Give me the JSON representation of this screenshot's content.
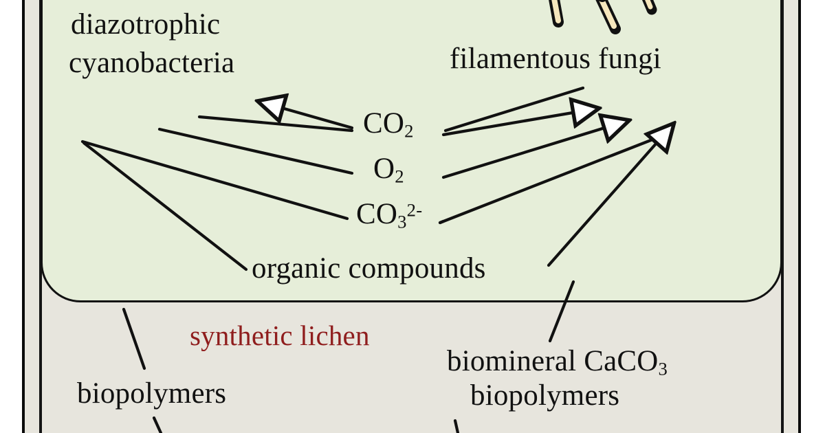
{
  "diagram": {
    "title_accent": "synthetic lichen",
    "panel": {
      "name": "synthetic-lichen-panel",
      "fill_color": "#e6eed9",
      "stroke_color": "#111111"
    },
    "board": {
      "fill_color": "#e7e5dd",
      "rule_color": "#0a0a0a"
    },
    "accent_color": "#8f1d1d",
    "text_color": "#111111",
    "hyphae_fill": "#f6e7bd"
  },
  "organisms": {
    "left": {
      "line1": "diazotrophic",
      "line2": "cyanobacteria"
    },
    "right": {
      "line1": "filamentous fungi"
    }
  },
  "exchange": {
    "items": [
      {
        "id": "co2",
        "base": "CO",
        "sub": "2",
        "sup": ""
      },
      {
        "id": "o2",
        "base": "O",
        "sub": "2",
        "sup": ""
      },
      {
        "id": "co3",
        "base": "CO",
        "sub": "3",
        "sup": "2-"
      }
    ],
    "organic": "organic compounds"
  },
  "products": {
    "left": {
      "line1": "biopolymers"
    },
    "right": {
      "line1": "biomineral CaCO",
      "line1_sub": "3",
      "line2": "biopolymers"
    }
  }
}
